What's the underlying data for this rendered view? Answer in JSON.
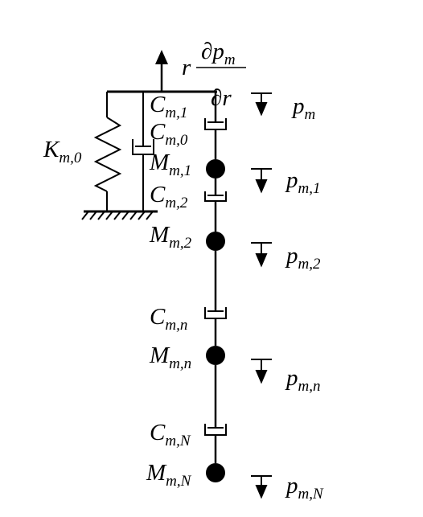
{
  "labels": {
    "force_top": {
      "prefix": "r",
      "numerator": "∂p",
      "numerator_sub": "m",
      "denominator": "∂r"
    },
    "K_m0": {
      "main": "K",
      "sub": "m,0"
    },
    "C_m1": {
      "main": "C",
      "sub": "m,1"
    },
    "C_m0": {
      "main": "C",
      "sub": "m,0"
    },
    "M_m1": {
      "main": "M",
      "sub": "m,1"
    },
    "C_m2": {
      "main": "C",
      "sub": "m,2"
    },
    "M_m2": {
      "main": "M",
      "sub": "m,2"
    },
    "C_mn": {
      "main": "C",
      "sub": "m,n"
    },
    "M_mn": {
      "main": "M",
      "sub": "m,n"
    },
    "C_mN": {
      "main": "C",
      "sub": "m,N"
    },
    "M_mN": {
      "main": "M",
      "sub": "m,N"
    },
    "p_m": {
      "main": "p",
      "sub": "m"
    },
    "p_m1": {
      "main": "p",
      "sub": "m,1"
    },
    "p_m2": {
      "main": "p",
      "sub": "m,2"
    },
    "p_mn": {
      "main": "p",
      "sub": "m,n"
    },
    "p_mN": {
      "main": "p",
      "sub": "m,N"
    }
  }
}
